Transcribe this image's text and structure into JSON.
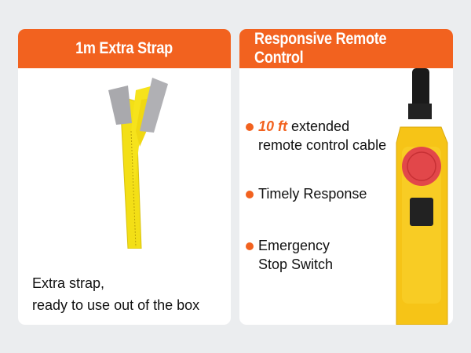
{
  "left_card": {
    "title": "1m Extra Strap",
    "caption_line1": "Extra strap,",
    "caption_line2": "ready to use out of the box"
  },
  "right_card": {
    "title": "Responsive Remote Control",
    "bullets": [
      {
        "highlight": "10 ft",
        "text": " extended",
        "line2": "remote control cable"
      },
      {
        "text": "Timely Response"
      },
      {
        "text": "Emergency",
        "line2": "Stop Switch"
      }
    ]
  },
  "colors": {
    "accent": "#f2621f",
    "background": "#ebedef",
    "strap": "#f5e21a"
  }
}
